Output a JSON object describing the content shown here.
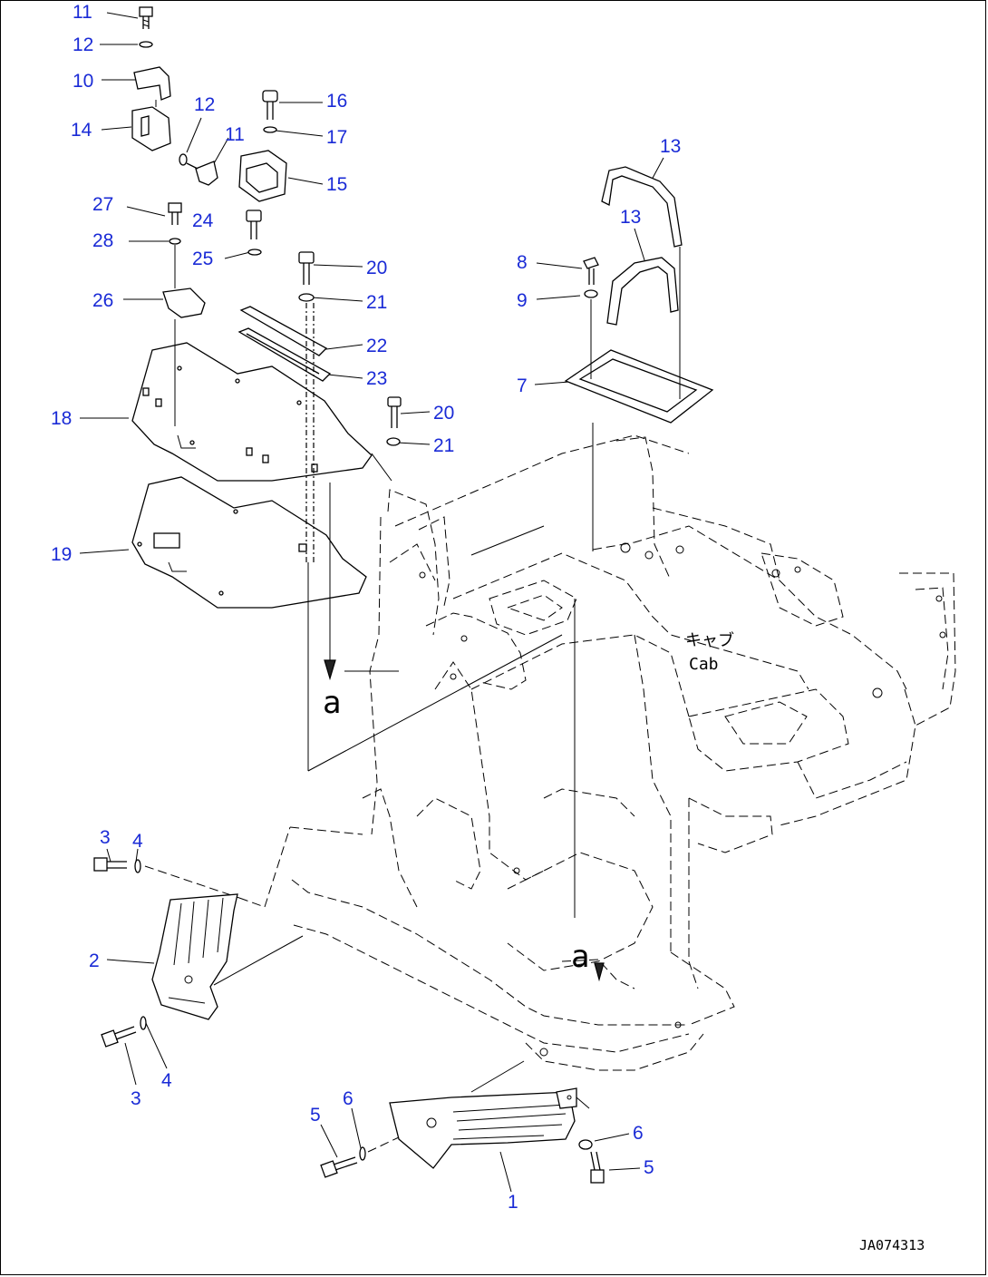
{
  "drawing_code": "JA074313",
  "labels": {
    "cab_jp": "キャブ",
    "cab_en": "Cab",
    "ref_a_top": "a",
    "ref_a_bottom": "a"
  },
  "callouts": [
    {
      "id": "c11a",
      "text": "11"
    },
    {
      "id": "c12a",
      "text": "12"
    },
    {
      "id": "c10",
      "text": "10"
    },
    {
      "id": "c14",
      "text": "14"
    },
    {
      "id": "c12b",
      "text": "12"
    },
    {
      "id": "c11b",
      "text": "11"
    },
    {
      "id": "c16",
      "text": "16"
    },
    {
      "id": "c17",
      "text": "17"
    },
    {
      "id": "c15",
      "text": "15"
    },
    {
      "id": "c27",
      "text": "27"
    },
    {
      "id": "c28",
      "text": "28"
    },
    {
      "id": "c24",
      "text": "24"
    },
    {
      "id": "c25",
      "text": "25"
    },
    {
      "id": "c26",
      "text": "26"
    },
    {
      "id": "c20a",
      "text": "20"
    },
    {
      "id": "c21a",
      "text": "21"
    },
    {
      "id": "c22",
      "text": "22"
    },
    {
      "id": "c23",
      "text": "23"
    },
    {
      "id": "c20b",
      "text": "20"
    },
    {
      "id": "c21b",
      "text": "21"
    },
    {
      "id": "c18",
      "text": "18"
    },
    {
      "id": "c19",
      "text": "19"
    },
    {
      "id": "c13a",
      "text": "13"
    },
    {
      "id": "c13b",
      "text": "13"
    },
    {
      "id": "c8",
      "text": "8"
    },
    {
      "id": "c9",
      "text": "9"
    },
    {
      "id": "c7",
      "text": "7"
    },
    {
      "id": "c3a",
      "text": "3"
    },
    {
      "id": "c4a",
      "text": "4"
    },
    {
      "id": "c2",
      "text": "2"
    },
    {
      "id": "c3b",
      "text": "3"
    },
    {
      "id": "c4b",
      "text": "4"
    },
    {
      "id": "c5a",
      "text": "5"
    },
    {
      "id": "c6a",
      "text": "6"
    },
    {
      "id": "c6b",
      "text": "6"
    },
    {
      "id": "c5b",
      "text": "5"
    },
    {
      "id": "c1",
      "text": "1"
    }
  ]
}
